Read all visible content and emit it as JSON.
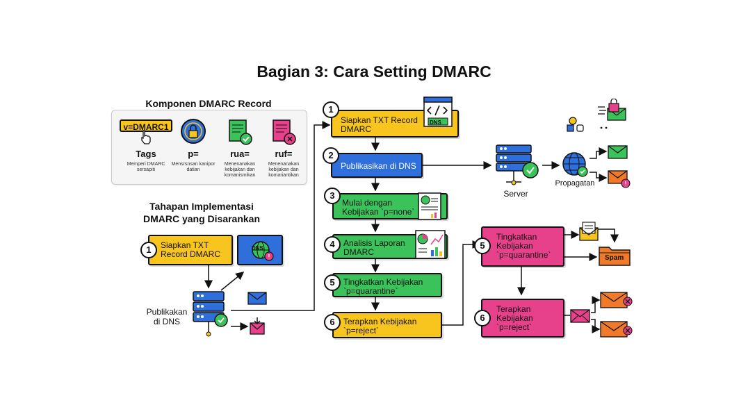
{
  "title": "Bagian 3: Cara Setting DMARC",
  "components": {
    "heading": "Komponen DMARC Record",
    "record_tag": "v=DMARC1",
    "items": [
      {
        "label": "Tags",
        "desc": "Memperi DMARC sersapiti"
      },
      {
        "label": "p=",
        "desc": "Mensrsnsan kanipor datian"
      },
      {
        "label": "rua=",
        "desc": "Menenanakan kebijakan dan komanismikan"
      },
      {
        "label": "ruf=",
        "desc": "Menenanakan kebijakan dan komariantikan"
      }
    ]
  },
  "stages": {
    "heading_line1": "Tahapan Implementasi",
    "heading_line2": "DMARC yang Disarankan",
    "step1_num": "1",
    "step1_line1": "Siapkan TXT",
    "step1_line2": "Record DMARC",
    "dns_badge": "DNS",
    "publish_line1": "Publikakan",
    "publish_line2": "di DNS"
  },
  "flow": {
    "steps": [
      {
        "num": "1",
        "line1": "Siapkan TXT Record",
        "line2": "DMARC"
      },
      {
        "num": "2",
        "line1": "Publikasikan di DNS",
        "line2": ""
      },
      {
        "num": "3",
        "line1": "Mulai dengan",
        "line2": "Kebijakan `p=none`"
      },
      {
        "num": "4",
        "line1": "Analisis Laporan",
        "line2": "DMARC"
      },
      {
        "num": "5",
        "line1": "Tingkatkan Kebijakan",
        "line2": "`p=quarantine`"
      },
      {
        "num": "6",
        "line1": "Terapkan Kebijakan",
        "line2": "`p=reject`"
      }
    ],
    "dns_badge": "DNS"
  },
  "right": {
    "server_label": "Server",
    "propagation_label": "Propagatan",
    "quarantine": {
      "num": "5",
      "line1": "Tingkatkan",
      "line2": "Kebijakan",
      "line3": "`p=quarantine`"
    },
    "reject": {
      "num": "6",
      "line1": "Terapkan",
      "line2": "Kebijakan",
      "line3": "`p=reject`"
    },
    "spam_label": "Spam"
  },
  "colors": {
    "yellow": "#f7c51e",
    "blue": "#2f6fdc",
    "green": "#3cc25b",
    "pink": "#e8418b",
    "orange": "#f07a2a"
  }
}
